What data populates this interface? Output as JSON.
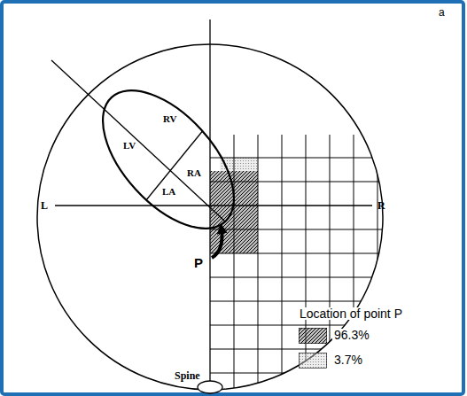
{
  "diagram": {
    "labels": [
      "a",
      "RV",
      "LV",
      "RA",
      "LA",
      "L",
      "R",
      "P",
      "Spine",
      "Location of point P"
    ],
    "legend": [
      {
        "text": "96.3%",
        "color": "#707070"
      },
      {
        "text": "3.7%",
        "color": "#dadada"
      }
    ]
  }
}
